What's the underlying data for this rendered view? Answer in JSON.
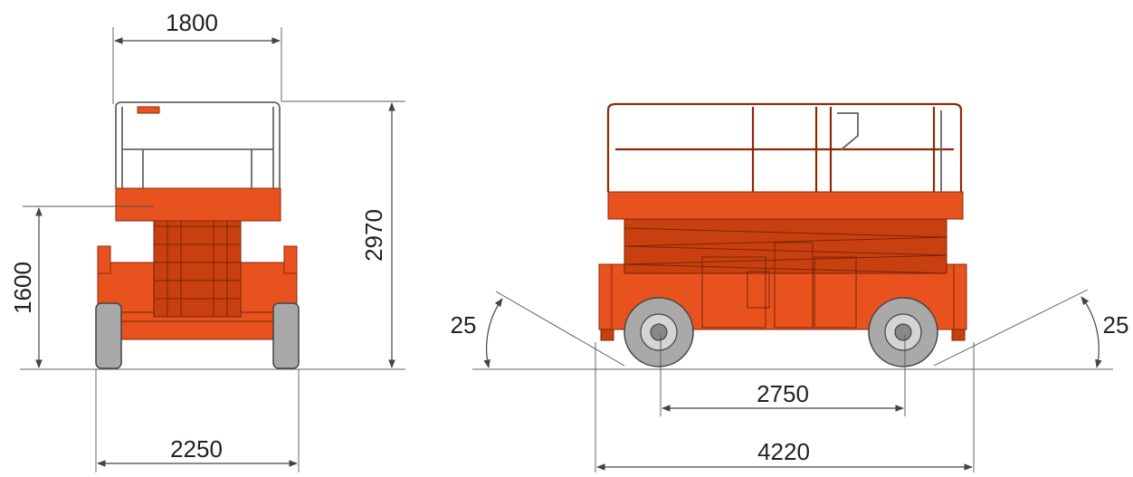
{
  "dimensions": {
    "platform_width": "1800",
    "overall_height": "2970",
    "platform_height": "1600",
    "overall_width": "2250",
    "wheelbase": "2750",
    "overall_length": "4220",
    "approach_angle_left": "25",
    "approach_angle_right": "25"
  },
  "colors": {
    "machine_body": "#e8521f",
    "machine_outline": "#8a2a08",
    "tire": "#a9a9a9"
  }
}
